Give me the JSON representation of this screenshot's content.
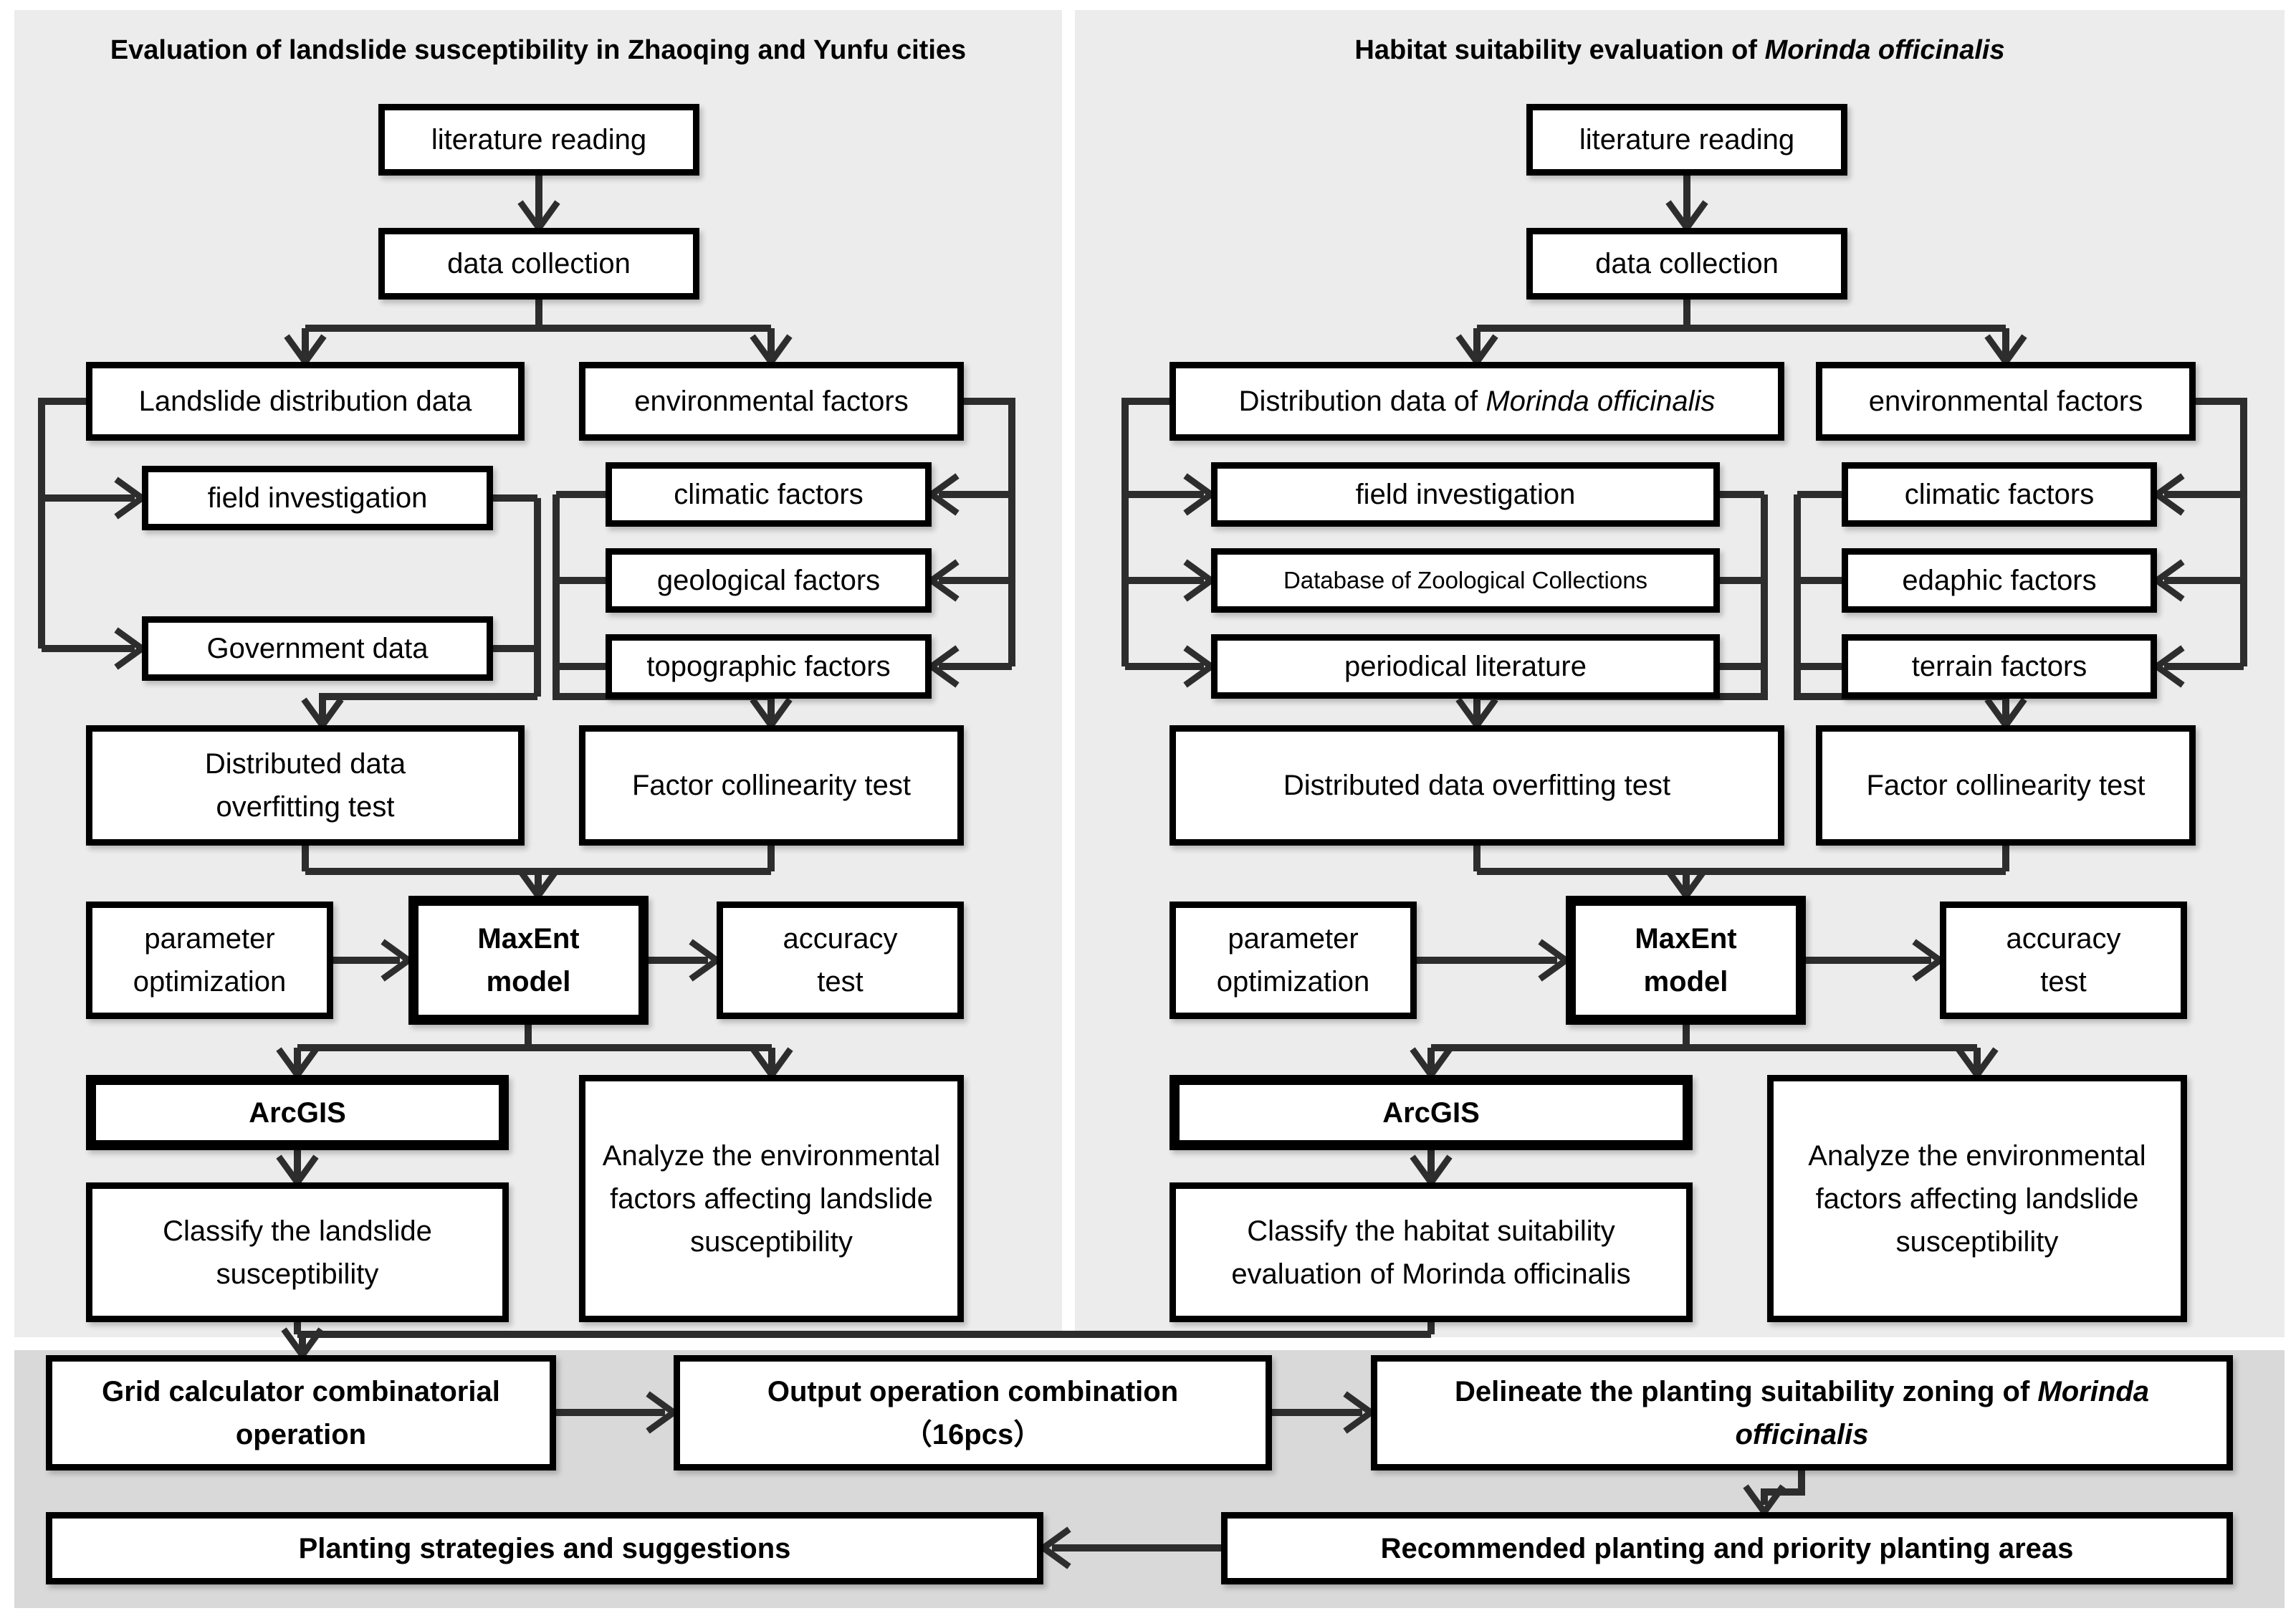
{
  "left_panel": {
    "title": "Evaluation of landslide susceptibility in Zhaoqing and Yunfu cities",
    "literature": "literature reading",
    "data_collection": "data collection",
    "distribution": "Landslide distribution data",
    "environmental": "environmental factors",
    "sources": [
      "field investigation",
      "Government data"
    ],
    "factors": [
      "climatic factors",
      "geological factors",
      "topographic factors"
    ],
    "overfitting_test": "Distributed data overfitting test",
    "collinearity_test": "Factor collinearity test",
    "parameter": "parameter optimization",
    "maxent_line1": "MaxEnt",
    "maxent_line2": "model",
    "accuracy_line1": "accuracy",
    "accuracy_line2": "test",
    "arcgis": "ArcGIS",
    "classify": "Classify the landslide susceptibility",
    "analyze": "Analyze the environmental factors affecting landslide susceptibility"
  },
  "right_panel": {
    "title_prefix": "Habitat suitability evaluation of ",
    "title_species": "Morinda officinalis",
    "literature": "literature reading",
    "data_collection": "data collection",
    "distribution_prefix": "Distribution data of ",
    "distribution_species": "Morinda officinalis",
    "environmental": "environmental factors",
    "sources": [
      "field investigation",
      "Database of Zoological Collections",
      "periodical literature"
    ],
    "factors": [
      "climatic factors",
      "edaphic factors",
      "terrain factors"
    ],
    "overfitting_test": "Distributed data overfitting test",
    "collinearity_test": "Factor collinearity test",
    "parameter": "parameter optimization",
    "maxent_line1": "MaxEnt",
    "maxent_line2": "model",
    "accuracy_line1": "accuracy",
    "accuracy_line2": "test",
    "arcgis": "ArcGIS",
    "classify": "Classify the habitat suitability evaluation of Morinda officinalis",
    "analyze": "Analyze the environmental factors affecting landslide susceptibility"
  },
  "bottom_panel": {
    "grid_calculator": "Grid calculator combinatorial operation",
    "output_line1": "Output operation combination",
    "output_line2": "（16pcs）",
    "delineate_prefix": "Delineate the planting suitability zoning of ",
    "delineate_species": "Morinda officinalis",
    "recommended": "Recommended planting and priority planting areas",
    "strategies": "Planting strategies and suggestions"
  },
  "colors": {
    "panel_light": "#ececec",
    "panel_dark": "#d9d9d9",
    "box_border": "#000000",
    "connector": "#2d2d2d",
    "text": "#000000"
  }
}
